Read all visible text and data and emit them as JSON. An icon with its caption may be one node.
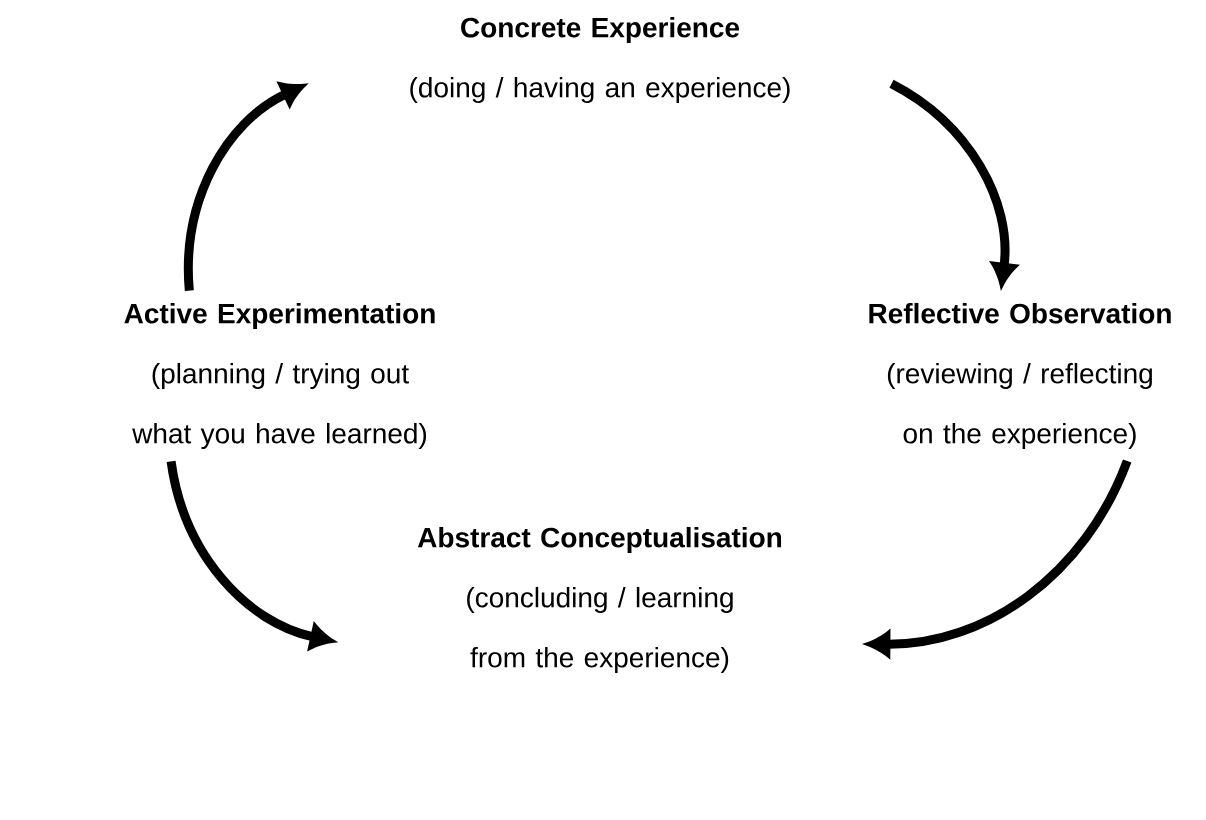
{
  "diagram": {
    "nodes": [
      {
        "text": [
          "Concrete Experience",
          "(doing / having an experience)"
        ]
      },
      {
        "text": [
          "Active Experimentation",
          "(planning / trying out what you have learned)"
        ]
      },
      {
        "text": [
          "Reflective Observation",
          "(reviewing / reflecting on the experience)"
        ]
      },
      {
        "text": [
          "Abstract Conceptualisation",
          "(concluding / learning from the experience)"
        ]
      }
    ],
    "edges": [
      {
        "from": 0,
        "to": 2,
        "arrow": "to"
      },
      {
        "from": 2,
        "to": 3,
        "arrow": "to"
      },
      {
        "from": 1,
        "to": 3,
        "arrow": "to"
      },
      {
        "from": 1,
        "to": 0,
        "arrow": "to"
      }
    ]
  }
}
